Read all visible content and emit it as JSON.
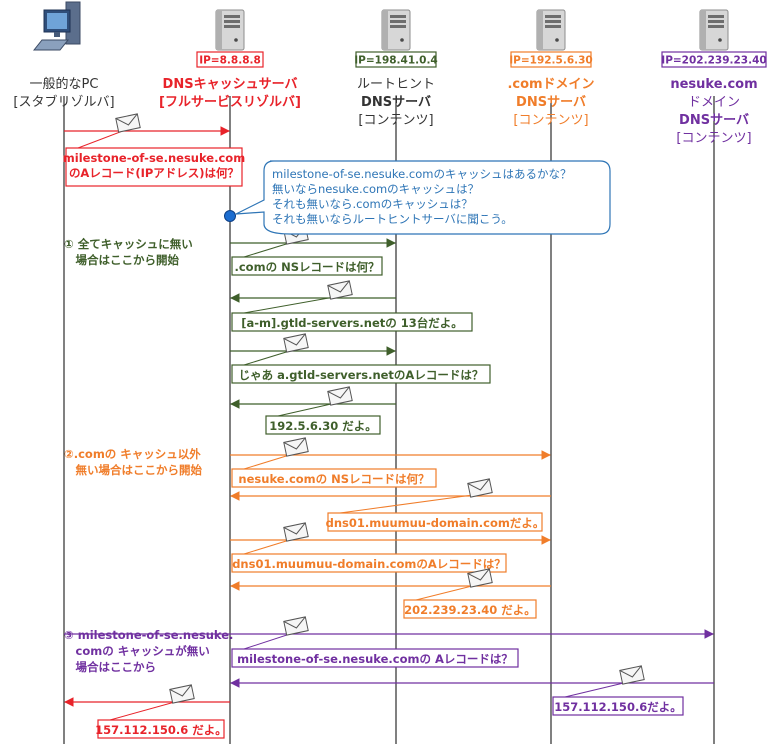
{
  "colors": {
    "black": "#333333",
    "red": "#e8232a",
    "green": "#3f5f2b",
    "orange": "#f07d2a",
    "purple": "#7030a0",
    "blue": "#2e75b6",
    "server": "#c9c9c9"
  },
  "entities": {
    "pc": {
      "name_lines": [
        "一般的なPC",
        "[スタブリゾルバ]"
      ],
      "icon": "desktop-pc-icon"
    },
    "cache": {
      "ip": "IP=8.8.8.8",
      "name_lines": [
        "DNSキャッシュサーバ",
        "[フルサービスリゾルバ]"
      ],
      "icon": "server-tower-icon"
    },
    "root": {
      "ip": "IP=198.41.0.4",
      "name_lines": [
        "ルートヒント",
        "DNSサーバ",
        "[コンテンツ]"
      ],
      "icon": "server-tower-icon"
    },
    "com": {
      "ip": "IP=192.5.6.30",
      "name_lines": [
        ".comドメイン",
        "DNSサーバ",
        "[コンテンツ]"
      ],
      "icon": "server-tower-icon"
    },
    "nesuke": {
      "ip": "IP=202.239.23.40",
      "name_lines": [
        "nesuke.com",
        "ドメイン",
        "DNSサーバ",
        "[コンテンツ]"
      ],
      "icon": "server-tower-icon"
    }
  },
  "bubble": {
    "lines": [
      "milestone-of-se.nesuke.comのキャッシュはあるかな？",
      "無いならnesuke.comのキャッシュは？",
      "それも無いなら.comのキャッシュは？",
      "それも無いならルートヒントサーバに聞こう。"
    ]
  },
  "steps": [
    {
      "lines": [
        "① 全てキャッシュに無い",
        "　場合はここから開始"
      ]
    },
    {
      "lines": [
        "②.comの キャッシュ以外",
        "　無い場合はここから開始"
      ]
    },
    {
      "lines": [
        "③ milestone-of-se.nesuke.",
        "　comの キャッシュが無い",
        "　場合はここから"
      ]
    }
  ],
  "messages": [
    {
      "text": [
        "milestone-of-se.nesuke.com",
        "のAレコード(IPアドレス)は何？"
      ]
    },
    {
      "text": [
        ".comの NSレコードは何？"
      ]
    },
    {
      "text": [
        "[a-m].gtld-servers.netの 13台だよ。"
      ]
    },
    {
      "text": [
        "じゃあ a.gtld-servers.netのAレコードは？"
      ]
    },
    {
      "text": [
        "192.5.6.30 だよ。"
      ]
    },
    {
      "text": [
        "nesuke.comの NSレコードは何？"
      ]
    },
    {
      "text": [
        "dns01.muumuu-domain.comだよ。"
      ]
    },
    {
      "text": [
        "dns01.muumuu-domain.comのAレコードは？"
      ]
    },
    {
      "text": [
        "202.239.23.40 だよ。"
      ]
    },
    {
      "text": [
        "milestone-of-se.nesuke.comの Aレコードは？"
      ]
    },
    {
      "text": [
        "157.112.150.6だよ。"
      ]
    },
    {
      "text": [
        "157.112.150.6 だよ。"
      ]
    }
  ]
}
